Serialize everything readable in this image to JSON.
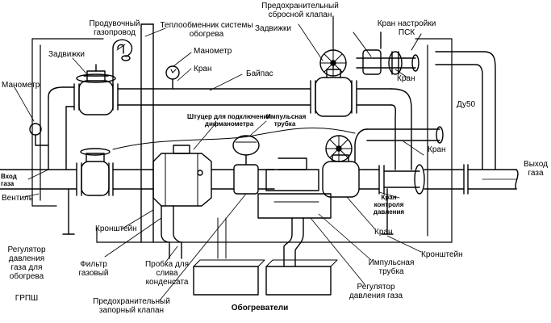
{
  "labels": {
    "produvochny": "Продувочный газопровод",
    "teploobmennik": "Теплообменник системы обогрева",
    "predohr_sbros": "Предохранительный сбросной клапан",
    "kran_nastroyki": "Кран настройки ПСК",
    "zadvizhki_left": "Задвижки",
    "zadvizhki_right": "Задвижки",
    "manometr_left": "Манометр",
    "manometr_top": "Манометр",
    "kran_top": "Кран",
    "baypas": "Байпас",
    "kran_right_top": "Кран",
    "du50": "Ду50",
    "shtutser": "Штуцер для подключения дифманометра",
    "impulsnaya_top": "Импульсная трубка",
    "kran_right_mid": "Кран",
    "vhod_gaza": "Вход газа",
    "ventil": "Вентиль",
    "vyhod_gaza": "Выход газа",
    "kran_kontrolya": "Кран контроля давления",
    "kronshteyn_left": "Кронштейн",
    "kran_lower": "Кран",
    "kronshteyn_right": "Кронштейн",
    "regulator_obogrev": "Регулятор давления газа для обогрева",
    "grpsh": "ГРПШ",
    "filtr": "Фильтр газовый",
    "probka": "Пробка для слива конденсата",
    "impulsnaya_bottom": "Импульсная трубка",
    "predohr_zapor": "Предохранительный запорный клапан",
    "obogrevateli": "Обогреватели",
    "regulator_davleniya": "Регулятор давления газа"
  }
}
